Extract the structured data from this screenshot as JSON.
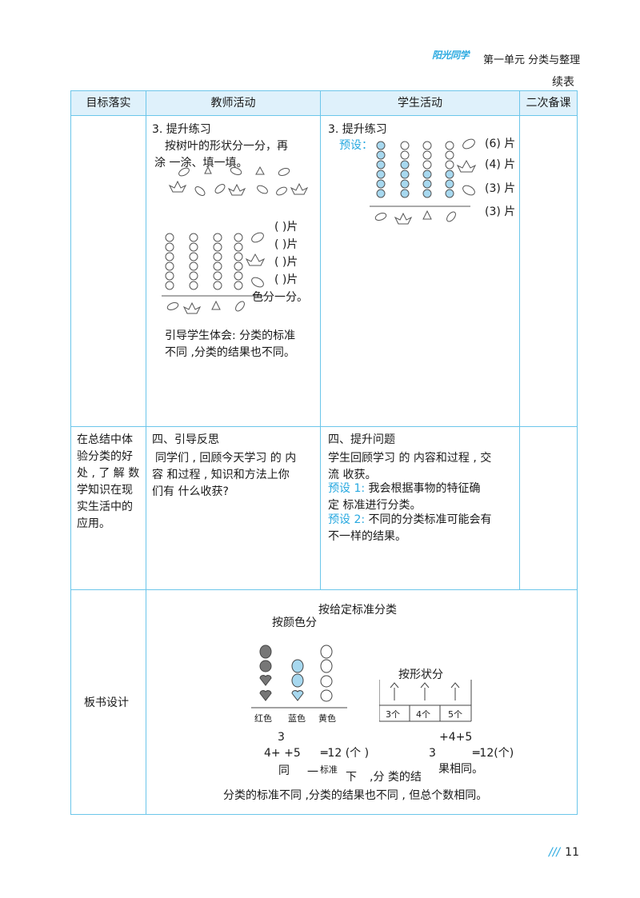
{
  "header": {
    "logo_text": "阳光同学",
    "unit_title": "第一单元  分类与整理",
    "continued": "续表"
  },
  "table": {
    "columns": [
      "目标落实",
      "教师活动",
      "学生活动",
      "二次备课"
    ],
    "row1": {
      "teacher": {
        "heading": "3. 提升练习",
        "line1": "按树叶的形状分一分，再",
        "line2": "涂 一涂、填一填。",
        "blanks": [
          "(      )片",
          "(      )片",
          "(      )片",
          "(      )片"
        ],
        "overlap_text": "色分一分。",
        "guide_line1": "引导学生体会: 分类的标准",
        "guide_line2": "不同 ,分类的结果也不同。"
      },
      "student": {
        "heading": "3. 提升练习",
        "preset": "预设：",
        "counts": [
          "(6) 片",
          "(4) 片",
          "(3) 片",
          "(3) 片"
        ]
      }
    },
    "row2": {
      "goal_lines": [
        "在总结中体",
        "验分类的好",
        "处 , 了 解 数",
        "学知识在现",
        "实生活中的",
        "应用。"
      ],
      "teacher_lines": [
        "四、引导反思",
        "同学们 , 回顾今天学习 的  内",
        "容  和过程 , 知识和方法上你",
        "们有  什么收获?"
      ],
      "student_lines": [
        "四、提升问题",
        "学生回顾学习 的 内容和过程 , 交",
        "流  收获。"
      ],
      "preset1_label": "预设 1:",
      "preset1_line1": " 我会根据事物的特征确",
      "preset1_line2": "定  标准进行分类。",
      "preset2_label": "预设 2:",
      "preset2_line1": " 不同的分类标准可能会有",
      "preset2_line2": "不一样的结果。"
    },
    "row3": {
      "label": "板书设计",
      "title": "按给定标准分类",
      "by_color": "按颜色分",
      "color_labels": [
        "红色",
        "蓝色",
        "黄色"
      ],
      "by_shape": "按形状分",
      "shape_counts": [
        "3个",
        "4个",
        "5个"
      ],
      "eq_left_top": "3",
      "eq_left": "4+      +5",
      "eq_left_result": "═12   (个    )",
      "eq_right_top": "+4+5",
      "eq_right": "3",
      "eq_right_result": "═12(个)",
      "bottom_line_a": "同",
      "bottom_line_b": "一",
      "bottom_line_c": "标准",
      "bottom_line_d": "下",
      "bottom_line_e": " ,分  类的结",
      "bottom_line_f": "果相同。",
      "summary": "分类的标准不同 ,分类的结果也不同 , 但总个数相同。"
    }
  },
  "page_number": "11",
  "colors": {
    "accent": "#29a9e0",
    "grid": "#6cc6ea",
    "header_bg": "#dff1fb",
    "fill": "#a7d8ef"
  }
}
